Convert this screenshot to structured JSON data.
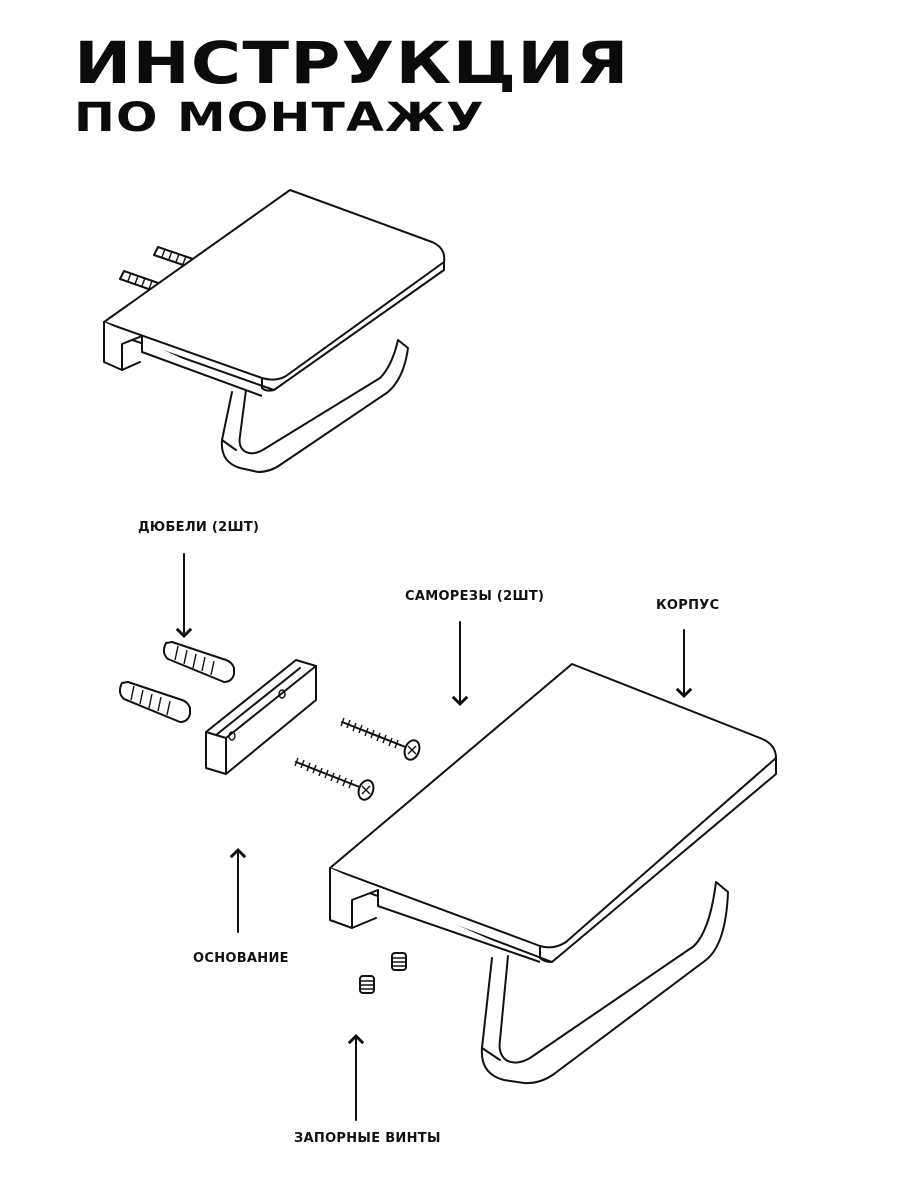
{
  "header": {
    "title_line1": "ИНСТРУКЦИЯ",
    "title_line2": "ПО МОНТАЖУ"
  },
  "labels": {
    "dowels": "ДЮБЕЛИ (2ШТ)",
    "screws": "САМОРЕЗЫ (2ШТ)",
    "body": "КОРПУС",
    "base": "ОСНОВАНИЕ",
    "set_screws": "ЗАПОРНЫЕ ВИНТЫ"
  },
  "icons": {
    "pointer": "arrow-icon"
  }
}
